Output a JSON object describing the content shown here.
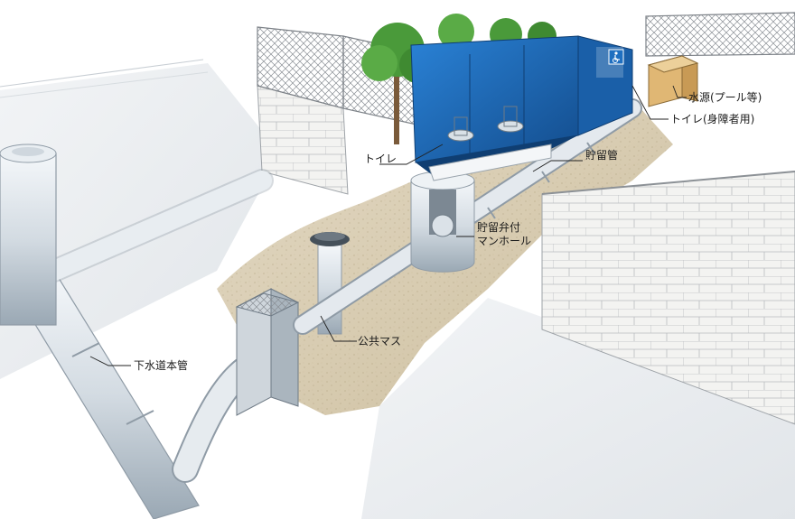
{
  "labels": {
    "toilet": "トイレ",
    "storage_pipe": "貯留管",
    "manhole_line1": "貯留弁付",
    "manhole_line2": "マンホール",
    "public_basin": "公共マス",
    "sewer_main": "下水道本管",
    "water_source": "水源(プール等)",
    "toilet_accessible": "トイレ(身障者用)"
  },
  "icons": {
    "accessibility_sign": "wheelchair-icon"
  },
  "colors": {
    "tent_blue": "#1f6fc0",
    "tent_blue_dark": "#14508f",
    "soil": "#d8cdb8",
    "pipe": "#dfe5ea",
    "tree_green": "#4a9a3a",
    "leader": "#222222"
  }
}
